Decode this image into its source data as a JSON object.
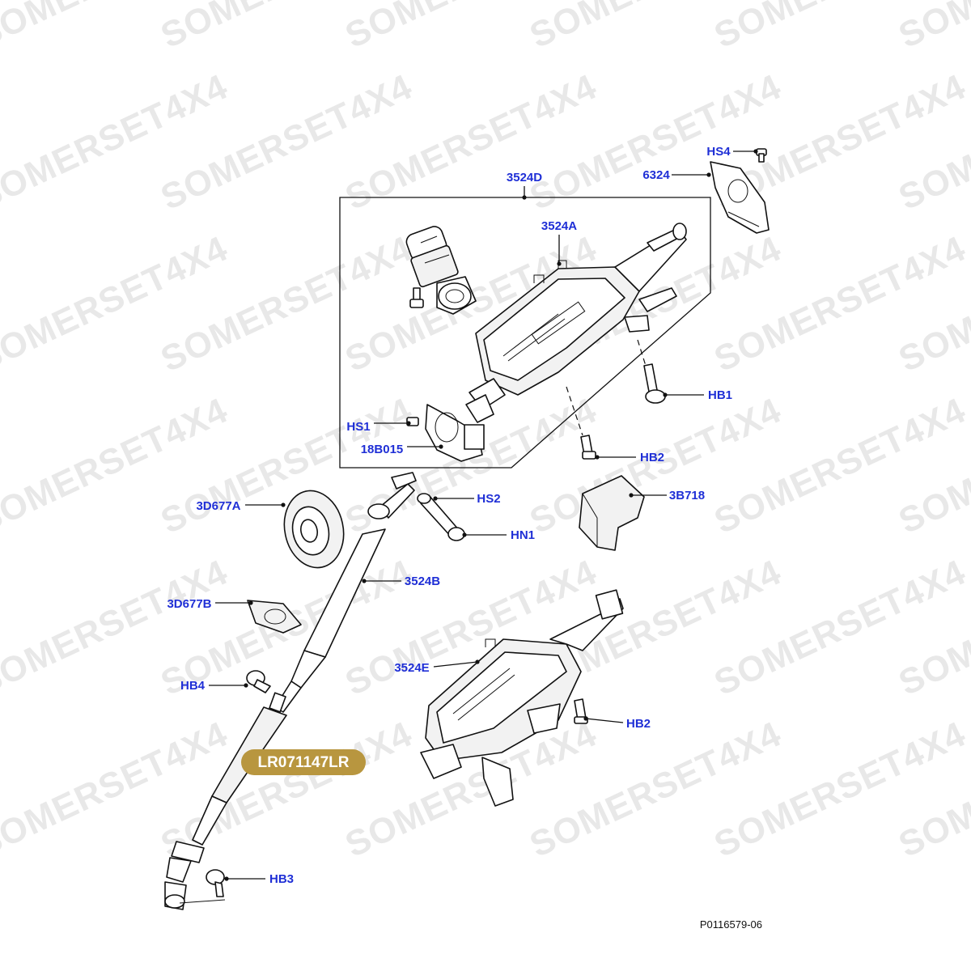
{
  "watermark": "SOMERSET4X4",
  "figure_ref": "P0116579-06",
  "part_badge": "LR071147LR",
  "colors": {
    "label": "#1f2fd6",
    "badge": "#b8963f",
    "watermark": "#e8e8e8"
  },
  "callouts": {
    "c3524D": "3524D",
    "c3524A": "3524A",
    "cHS4": "HS4",
    "c6324": "6324",
    "cHB1": "HB1",
    "cHS1": "HS1",
    "c18B015": "18B015",
    "cHB2a": "HB2",
    "cHS2": "HS2",
    "c3B718": "3B718",
    "c3D677A": "3D677A",
    "cHN1": "HN1",
    "c3524B": "3524B",
    "c3D677B": "3D677B",
    "c3524E": "3524E",
    "cHB4": "HB4",
    "cHB2b": "HB2",
    "cHB3": "HB3"
  }
}
